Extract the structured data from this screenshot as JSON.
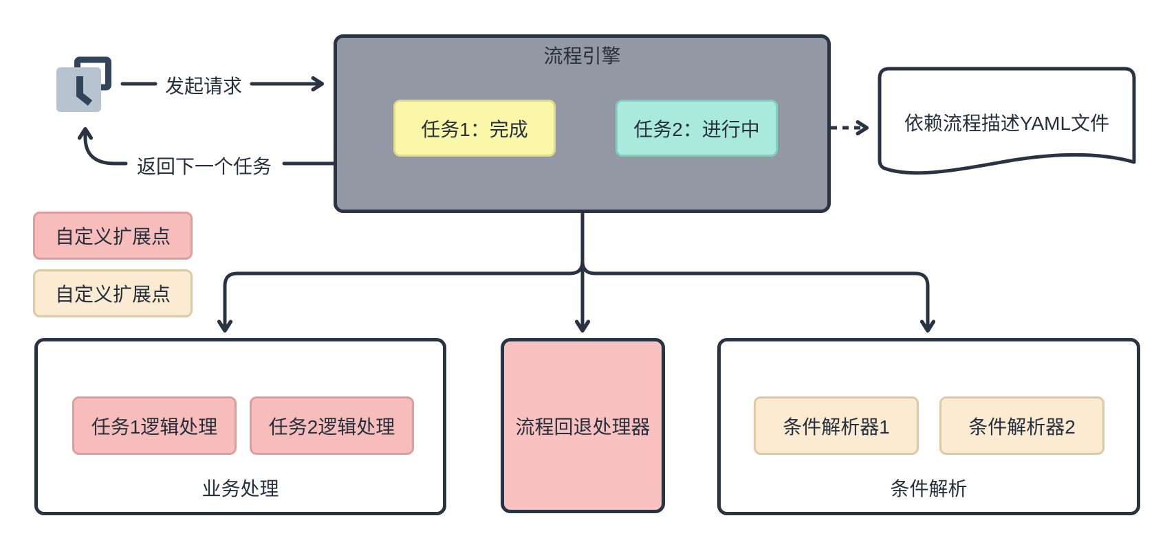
{
  "diagram": {
    "client": {
      "icon": "tasks-icon"
    },
    "request_label": "发起请求",
    "return_label": "返回下一个任务",
    "engine": {
      "title": "流程引擎",
      "task1": "任务1：完成",
      "task2": "任务2：进行中"
    },
    "yaml_doc": {
      "label": "依赖流程描述YAML文件"
    },
    "legend": [
      {
        "label": "自定义扩展点",
        "style": "pink"
      },
      {
        "label": "自定义扩展点",
        "style": "cream"
      }
    ],
    "business": {
      "title": "业务处理",
      "items": [
        "任务1逻辑处理",
        "任务2逻辑处理"
      ]
    },
    "rollback": {
      "label": "流程回退处理器"
    },
    "condition": {
      "title": "条件解析",
      "items": [
        "条件解析器1",
        "条件解析器2"
      ]
    },
    "colors": {
      "stroke": "#2A3342",
      "engine_fill": "#9299A4",
      "task_done_fill": "#FAF8A8",
      "task_done_border": "#DFDC85",
      "task_active_fill": "#A9EADD",
      "task_active_border": "#7FD0C0",
      "pink_fill": "#F7BDBB",
      "pink_border": "#DC9E9C",
      "cream_fill": "#FAEBD2",
      "cream_border": "#DFC9A5",
      "rollback_fill": "#F9C2C0",
      "icon_dark": "#31445A",
      "icon_light": "#B7C3CF"
    }
  }
}
